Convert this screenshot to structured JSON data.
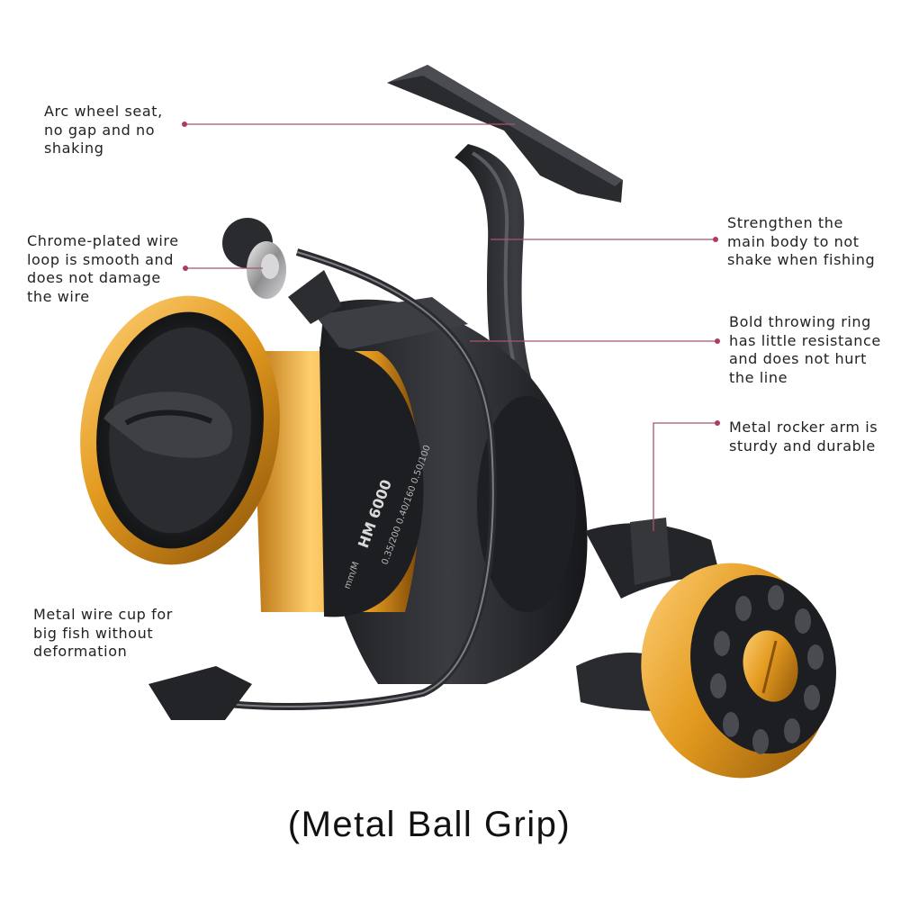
{
  "callouts": {
    "arc_wheel_seat": "Arc wheel seat,\nno gap and no\nshaking",
    "wire_loop": "Chrome-plated wire\nloop is smooth and\ndoes not damage\nthe wire",
    "wire_cup": "Metal wire cup for\nbig fish without\ndeformation",
    "main_body": "Strengthen the\nmain body to not\nshake when fishing",
    "throwing_ring": "Bold throwing ring\nhas little resistance\nand does not hurt\nthe line",
    "rocker_arm": "Metal rocker arm is\nsturdy and durable"
  },
  "spool_print": {
    "model": "HM 6000",
    "capacity_unit": "mm/M",
    "capacity": "0.35/200 0.40/160 0.50/100"
  },
  "caption": "(Metal Ball Grip)",
  "colors": {
    "leader_line": "#a8566e",
    "leader_dot": "#b03a62",
    "reel_body": "#2b2c30",
    "gold_accent": "#e39a1f",
    "text": "#222222"
  }
}
